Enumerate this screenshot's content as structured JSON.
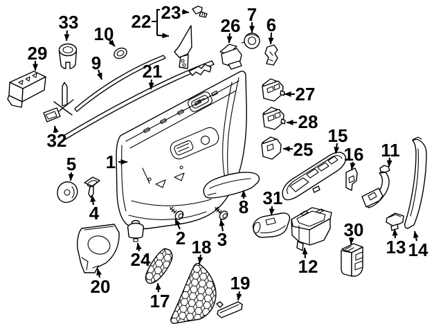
{
  "diagram": {
    "type": "exploded-parts-diagram",
    "colors": {
      "background": "#ffffff",
      "line": "#000000",
      "label_text": "#000000"
    },
    "parts": [
      {
        "num": "1",
        "depicts": "door-trim-panel"
      },
      {
        "num": "2",
        "depicts": "screw"
      },
      {
        "num": "3",
        "depicts": "screw"
      },
      {
        "num": "4",
        "depicts": "push-pin-retainer"
      },
      {
        "num": "5",
        "depicts": "retainer-clip"
      },
      {
        "num": "6",
        "depicts": "bracket"
      },
      {
        "num": "7",
        "depicts": "round-retainer"
      },
      {
        "num": "8",
        "depicts": "armrest-pad"
      },
      {
        "num": "9",
        "depicts": "window-trim-strip"
      },
      {
        "num": "10",
        "depicts": "grommet"
      },
      {
        "num": "11",
        "depicts": "pull-handle-trim"
      },
      {
        "num": "12",
        "depicts": "pull-handle-bracket"
      },
      {
        "num": "13",
        "depicts": "clip"
      },
      {
        "num": "14",
        "depicts": "trim-cap"
      },
      {
        "num": "15",
        "depicts": "switch-panel-bezel"
      },
      {
        "num": "16",
        "depicts": "bracket"
      },
      {
        "num": "17",
        "depicts": "small-speaker-grille"
      },
      {
        "num": "18",
        "depicts": "speaker-grille"
      },
      {
        "num": "19",
        "depicts": "trim-plug"
      },
      {
        "num": "20",
        "depicts": "speaker-bracket"
      },
      {
        "num": "21",
        "depicts": "belt-weatherstrip"
      },
      {
        "num": "22",
        "depicts": "mirror-corner-cover"
      },
      {
        "num": "23",
        "depicts": "push-pin"
      },
      {
        "num": "24",
        "depicts": "tweeter-speaker"
      },
      {
        "num": "25",
        "depicts": "window-switch"
      },
      {
        "num": "26",
        "depicts": "mirror-switch"
      },
      {
        "num": "27",
        "depicts": "window-switch"
      },
      {
        "num": "28",
        "depicts": "window-switch"
      },
      {
        "num": "29",
        "depicts": "control-module"
      },
      {
        "num": "30",
        "depicts": "switch-assembly"
      },
      {
        "num": "31",
        "depicts": "handle-support"
      },
      {
        "num": "32",
        "depicts": "sensor-clip"
      },
      {
        "num": "33",
        "depicts": "grommet-sleeve"
      }
    ]
  }
}
